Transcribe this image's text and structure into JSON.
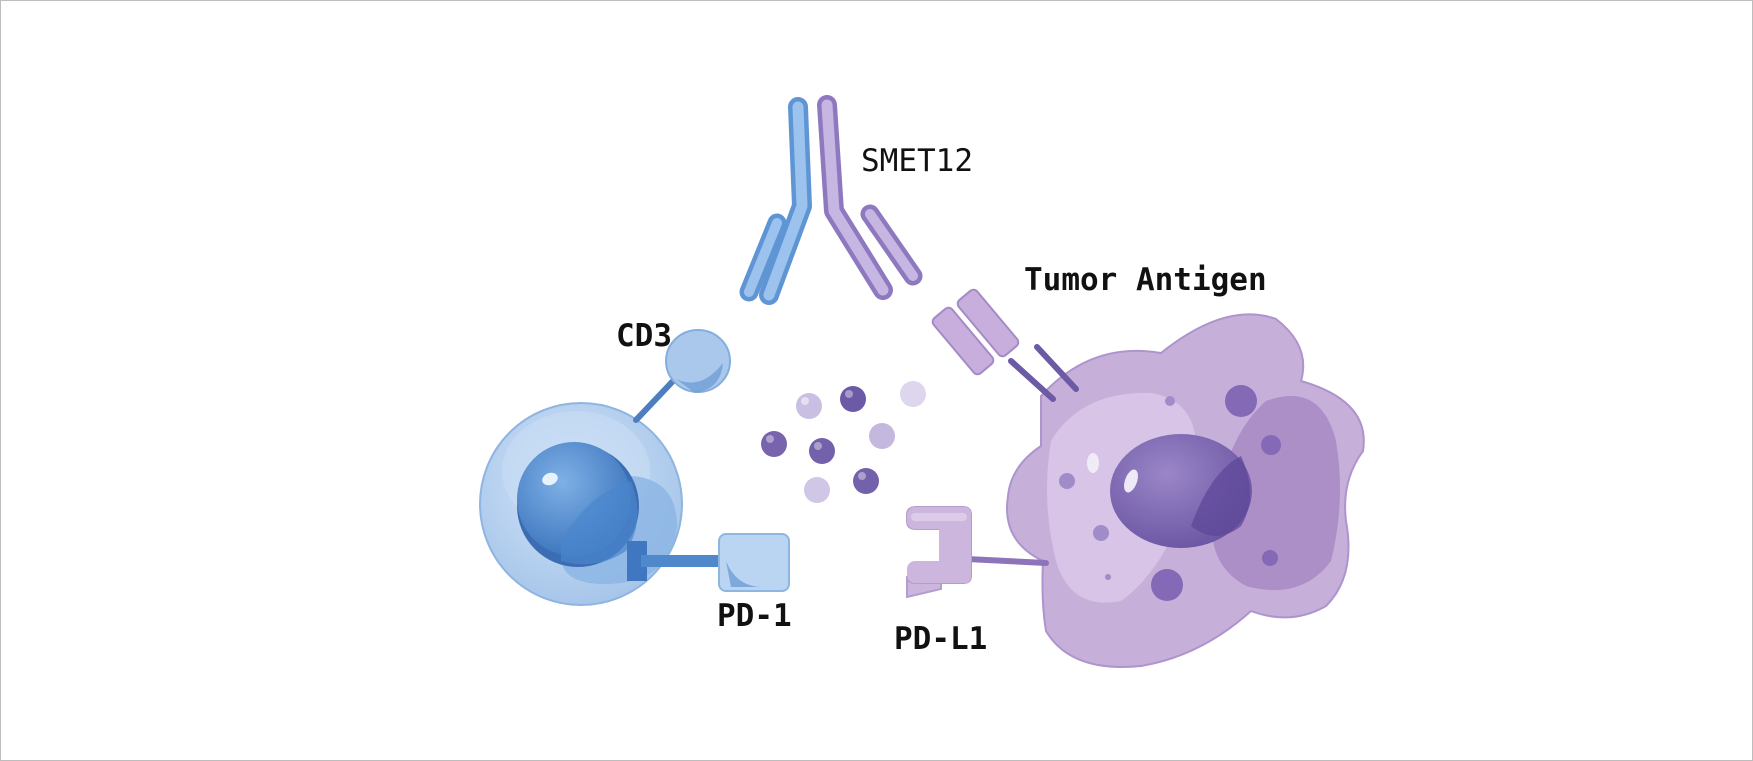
{
  "labels": {
    "antibody": "SMET12",
    "cd3": "CD3",
    "pd1": "PD-1",
    "pdl1": "PD-L1",
    "tumor_antigen": "Tumor Antigen"
  },
  "colors": {
    "blue_dark": "#4a7fc1",
    "blue_mid": "#7fb0e6",
    "blue_light": "#bcd6f2",
    "purple_dark": "#6c5aa5",
    "purple_mid": "#9d86c8",
    "purple_light": "#d3c3e6",
    "tumor_body": "#c9b4dc"
  },
  "icons": {
    "t_cell": "t-cell-icon",
    "tumor_cell": "tumor-cell-icon",
    "antibody": "antibody-icon",
    "cd3_receptor": "cd3-receptor-icon",
    "pd1_receptor": "pd1-receptor-icon",
    "pdl1_ligand": "pdl1-ligand-icon",
    "tumor_antigen_receptor": "tumor-antigen-receptor-icon",
    "cytokines": "cytokine-particle-icon"
  }
}
